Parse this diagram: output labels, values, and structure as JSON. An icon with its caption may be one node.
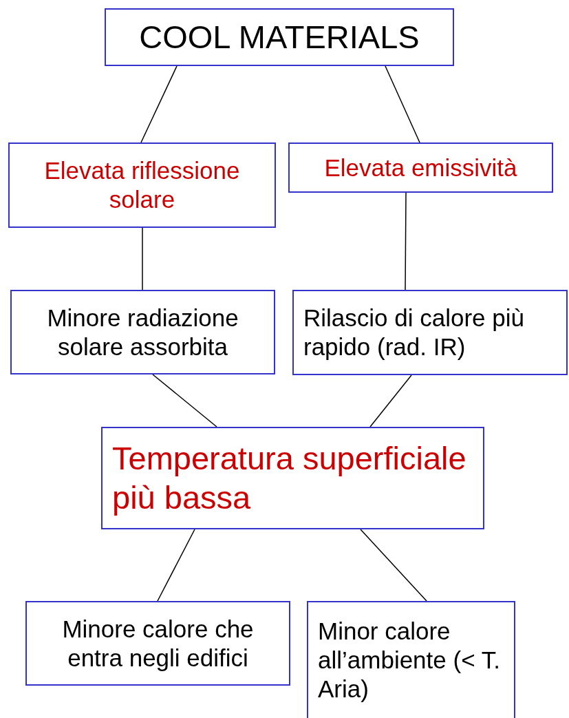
{
  "diagram": {
    "nodes": [
      {
        "text": [
          "COOL MATERIALS"
        ]
      },
      {
        "text": [
          "Elevata riflessione solare"
        ]
      },
      {
        "text": [
          "Elevata emissività"
        ]
      },
      {
        "text": [
          "Minore radiazione solare assorbita"
        ]
      },
      {
        "text": [
          "Rilascio di calore più rapido (rad. IR)"
        ]
      },
      {
        "text": [
          "Temperatura superficiale più bassa"
        ]
      },
      {
        "text": [
          "Minore calore che entra negli edifici"
        ]
      },
      {
        "text": [
          "Minor calore all’ambiente (< T. Aria)"
        ]
      }
    ],
    "edges": [
      {
        "from": 0,
        "to": 1,
        "arrow": "none"
      },
      {
        "from": 0,
        "to": 2,
        "arrow": "none"
      },
      {
        "from": 1,
        "to": 3,
        "arrow": "none"
      },
      {
        "from": 2,
        "to": 4,
        "arrow": "none"
      },
      {
        "from": 3,
        "to": 5,
        "arrow": "none"
      },
      {
        "from": 4,
        "to": 5,
        "arrow": "none"
      },
      {
        "from": 5,
        "to": 6,
        "arrow": "none"
      },
      {
        "from": 5,
        "to": 7,
        "arrow": "none"
      }
    ]
  }
}
